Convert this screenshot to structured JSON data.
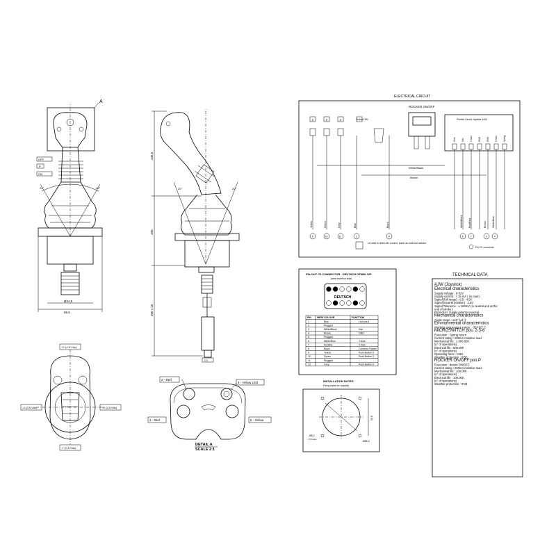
{
  "views": {
    "front": {
      "label_A": "A",
      "label_off": "OFF",
      "label_p": "P",
      "label_on": "ON",
      "angle_left": "20°",
      "angle_right": "20°",
      "dim_width": "65,5",
      "dim_dia": "Ø44,5"
    },
    "side": {
      "dim_top": "135,5",
      "dim_mid": "100",
      "dim_bottom": "200 ± 15",
      "angle_left": "20°",
      "angle_right": "20°",
      "connector": "C1"
    },
    "top": {
      "plus_y": "+Y (4,5 Vdc)",
      "minus_y": "-Y (0,5 Vdc)",
      "minus_x": "-X (0,5 Vdc)",
      "plus_x": "+X (4,5 Vdc)"
    },
    "detail": {
      "btn2": "2 - Red",
      "btn4": "4 - Yellow LED",
      "btn3": "3 - Red",
      "btn5": "5 - Yellow",
      "caption1": "DETAIL A",
      "caption2": "SCALE 2:1"
    }
  },
  "circuit": {
    "title": "ELECTRICAL CIRCUIT",
    "rocker": "ROCKER ON/OFF",
    "yellow_led": "Yellow LED",
    "pcb": "Printed Circuit Joystick AJW",
    "white_black": "White/Black",
    "brown": "Brown",
    "note": "In order to limit LED current, insert an external resistor",
    "connector_note": "Pin C1 connector",
    "top_numbers": [
      "2",
      "3",
      "4",
      "5"
    ],
    "pcb_pins": [
      "Vout",
      "Vdc",
      "Y Axis",
      "GND",
      "GND",
      "X Axis",
      "Spring"
    ],
    "bottom_wires": [
      {
        "name": "Yellow",
        "num": "9"
      },
      {
        "name": "Green",
        "num": "10"
      },
      {
        "name": "Grey",
        "num": "11"
      },
      {
        "name": "Blue",
        "num": "1"
      },
      {
        "name": "Black",
        "num": "8"
      },
      {
        "name": "White/Black",
        "num": "6"
      },
      {
        "name": "Red/Blue",
        "num": "7"
      },
      {
        "name": "Brown",
        "num": "3"
      },
      {
        "name": "White/Blue",
        "num": "4"
      }
    ]
  },
  "pinout": {
    "title": "PIN OUT C1 CONNECTOR - DEUTSCH DTM06-12P",
    "subtitle": "(wire insertion side)",
    "logo": "DEUTSCH",
    "headers": [
      "PIN",
      "WIRE COLOUR",
      "FUNCTION"
    ],
    "rows": [
      [
        "1",
        "Blue",
        "Led pos.4"
      ],
      [
        "2",
        "Plugged",
        ""
      ],
      [
        "3",
        "White/Black",
        "Vdc"
      ],
      [
        "4",
        "Brown",
        "GND"
      ],
      [
        "5",
        "Plugged",
        ""
      ],
      [
        "6",
        "White/Blue",
        "Y Axis"
      ],
      [
        "7",
        "Red/Blu",
        "X Axis"
      ],
      [
        "8",
        "Black",
        "Common Rocker"
      ],
      [
        "9",
        "Yellow",
        "Push Button 5"
      ],
      [
        "10",
        "Green",
        "Push Button 3"
      ],
      [
        "11",
        "Plugged",
        ""
      ],
      [
        "12",
        "Grey",
        "Push Button 6"
      ]
    ]
  },
  "install": {
    "title": "INSTALLATION NOTES",
    "subtitle": "Fixing holes for Joystick",
    "dim1": "Ø5,2",
    "dim1b": "n°4 holes",
    "dim2": "Ø55,5",
    "dim3": "50,8"
  },
  "technical": {
    "title": "TECHNICAL DATA",
    "lines": [
      {
        "text": "AJW (Joystick)",
        "big": true
      },
      {
        "text": "Electrical characteristics",
        "big": true
      },
      {
        "text": "Supply voltage : 9-32V",
        "big": false
      },
      {
        "text": "Supply current : < 15 mA ( no load )",
        "big": false
      },
      {
        "text": "Signal (full range) : 0,5 - 4,5V",
        "big": false
      },
      {
        "text": "Signal (neutral position) : 2,5V",
        "big": false
      },
      {
        "text": "Signal Tolerance : ± 150mV (in neutral and at the",
        "big": false
      },
      {
        "text": "                                end of stroke )",
        "big": false
      },
      {
        "text": "Protection: supply polarity reversal",
        "big": false
      },
      {
        "text": "Mechanical characteristics",
        "big": true
      },
      {
        "text": "Angle range : ±20° (±1°)",
        "big": false
      },
      {
        "text": "Environmental characteristics",
        "big": true
      },
      {
        "text": "Working temperature range : -35/+85° C",
        "big": false
      },
      {
        "text": "MICROSWITCH pos. 2-3-6",
        "big": true
      },
      {
        "text": "Execution : Spring return",
        "big": false
      },
      {
        "text": "Current rating : 200mA resistive load",
        "big": false
      },
      {
        "text": "Mechanical life : 1.000.000",
        "big": false
      },
      {
        "text": "(n° of operations)",
        "big": false
      },
      {
        "text": "Electrical life : 500.000",
        "big": false
      },
      {
        "text": "(n° of operations)",
        "big": false
      },
      {
        "text": "Operating force : 0.5N",
        "big": false
      },
      {
        "text": "Weather protection : IP50",
        "big": false
      },
      {
        "text": "ROCKER ON/OFF pos.P",
        "big": true
      },
      {
        "text": "Execution : detent ON/OFF",
        "big": false
      },
      {
        "text": "Current rating : 200mA resistive load",
        "big": false
      },
      {
        "text": "Mechanical life : 100.000",
        "big": false
      },
      {
        "text": "(n° of operations)",
        "big": false
      },
      {
        "text": "Electrical life : 100.000",
        "big": false
      },
      {
        "text": "(n° of operations)",
        "big": false
      },
      {
        "text": "Weather protection : IP44",
        "big": false
      }
    ]
  }
}
